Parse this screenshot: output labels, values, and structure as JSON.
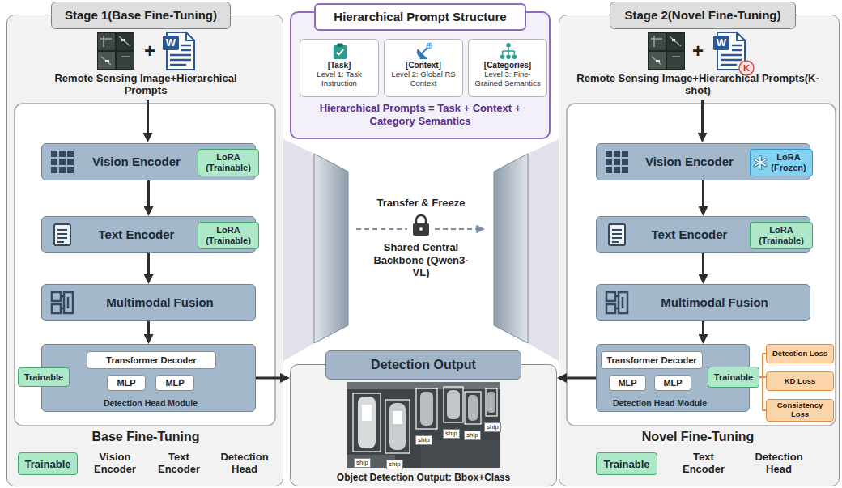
{
  "diagram": {
    "nodes": [
      {
        "text": [
          "Stage 1(Base Fine-Tuning)"
        ]
      },
      {
        "text": [
          "Vision Encoder"
        ],
        "in": 0
      },
      {
        "text": [
          "LoRA (Trainable)"
        ],
        "in": 1
      },
      {
        "text": [
          "Text Encoder"
        ],
        "in": 0
      },
      {
        "text": [
          "LoRA (Trainable)"
        ],
        "in": 3
      },
      {
        "text": [
          "Multimodal Fusion"
        ],
        "in": 0
      },
      {
        "text": [
          "Detection Head Module"
        ],
        "in": 0
      },
      {
        "text": [
          "Trainable"
        ],
        "in": 6
      },
      {
        "text": [
          "Transformer Decoder"
        ],
        "in": 6
      },
      {
        "text": [
          "MLP"
        ],
        "in": 6
      },
      {
        "text": [
          "MLP"
        ],
        "in": 6
      },
      {
        "text": [
          "Hierarchical Prompt Structure",
          "Hierarchical Prompts = Task + Context + Category Semantics"
        ]
      },
      {
        "text": [
          "[Task]",
          "Level 1: Task Instruction"
        ],
        "in": 11
      },
      {
        "text": [
          "[Context]",
          "Level 2: Global RS Context"
        ],
        "in": 11
      },
      {
        "text": [
          "[Categories]",
          "Level 3: Fine-Grained Semantics"
        ],
        "in": 11
      },
      {
        "text": [
          "Detection Output",
          "Object Detection Output: Bbox+Class"
        ]
      },
      {
        "text": [
          "Stage 2(Novel Fine-Tuning)"
        ]
      },
      {
        "text": [
          "Vision Encoder"
        ],
        "in": 16
      },
      {
        "text": [
          "LoRA (Frozen)"
        ],
        "in": 17
      },
      {
        "text": [
          "Text Encoder"
        ],
        "in": 16
      },
      {
        "text": [
          "LoRA (Trainable)"
        ],
        "in": 19
      },
      {
        "text": [
          "Multimodal Fusion"
        ],
        "in": 16
      },
      {
        "text": [
          "Detection Head Module"
        ],
        "in": 16
      },
      {
        "text": [
          "Transformer Decoder"
        ],
        "in": 22
      },
      {
        "text": [
          "MLP"
        ],
        "in": 22
      },
      {
        "text": [
          "MLP"
        ],
        "in": 22
      },
      {
        "text": [
          "Trainable"
        ],
        "in": 22
      },
      {
        "text": [
          "Detection Loss"
        ],
        "in": 16
      },
      {
        "text": [
          "KD Loss"
        ],
        "in": 16
      },
      {
        "text": [
          "Consistency Loss"
        ],
        "in": 16
      }
    ],
    "edges": [
      {
        "from": 1,
        "to": 3,
        "arrow": "to"
      },
      {
        "from": 3,
        "to": 5,
        "arrow": "to"
      },
      {
        "from": 5,
        "to": 6,
        "arrow": "to"
      },
      {
        "from": 6,
        "to": 15,
        "arrow": "to"
      },
      {
        "from": 17,
        "to": 19,
        "arrow": "to"
      },
      {
        "from": 19,
        "to": 21,
        "arrow": "to"
      },
      {
        "from": 21,
        "to": 22,
        "arrow": "to"
      },
      {
        "from": 22,
        "to": 15,
        "arrow": "to"
      },
      {
        "from": 26,
        "to": 27,
        "arrow": "none"
      },
      {
        "from": 26,
        "to": 28,
        "arrow": "none"
      },
      {
        "from": 26,
        "to": 29,
        "arrow": "none"
      }
    ],
    "labels": [
      "+",
      "W",
      "Remote Sensing Image+Hierarchical Prompts",
      "Base Fine-Tuning",
      "Vision Encoder",
      "Text Encoder",
      "Detection Head",
      "Transfer & Freeze",
      "Shared Central Backbone (Qwen3-VL)",
      "ship",
      "ship",
      "ship",
      "ship",
      "ship",
      "ship",
      "+",
      "W",
      "K",
      "Remote Sensing Image+Hierarchical Prompts(K-shot)",
      "Novel Fine-Tuning",
      "Text Encoder",
      "Detection Head"
    ],
    "legend": [
      {
        "text": "Trainable",
        "color": "#aee8c8"
      },
      {
        "text": "Trainable",
        "color": "#aee8c8"
      }
    ]
  }
}
